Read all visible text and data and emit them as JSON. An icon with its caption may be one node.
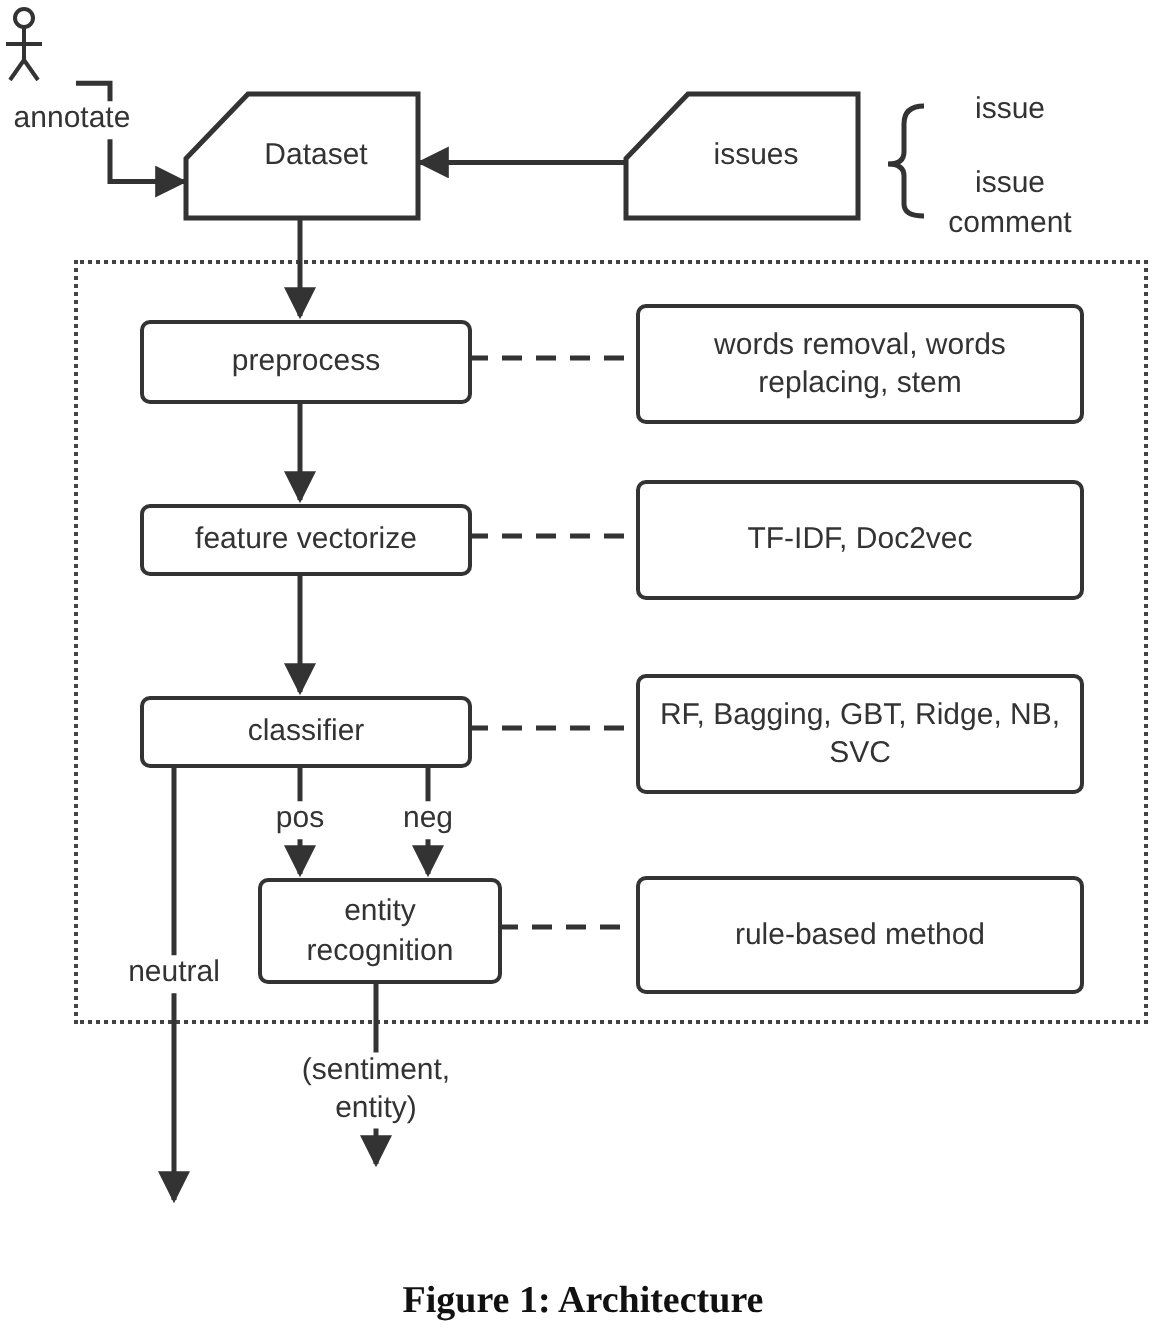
{
  "diagram": {
    "caption": "Figure 1: Architecture",
    "nodes": [
      {
        "text": [],
        "shape": "person"
      },
      {
        "text": [
          "Dataset"
        ]
      },
      {
        "text": [
          "issues"
        ]
      },
      {
        "text": [],
        "shape": "box"
      },
      {
        "text": [
          "preprocess"
        ],
        "in": 3
      },
      {
        "text": [
          "words removal, words replacing, stem"
        ],
        "in": 3
      },
      {
        "text": [
          "feature vectorize"
        ],
        "in": 3
      },
      {
        "text": [
          "TF-IDF, Doc2vec"
        ],
        "in": 3
      },
      {
        "text": [
          "classifier"
        ],
        "in": 3
      },
      {
        "text": [
          "RF, Bagging, GBT, Ridge, NB, SVC"
        ],
        "in": 3
      },
      {
        "text": [
          "entity recognition"
        ],
        "in": 3
      },
      {
        "text": [
          "rule-based method"
        ],
        "in": 3
      }
    ],
    "edges": [
      {
        "from": 0,
        "to": 1,
        "arrow": "to",
        "label": "annotate"
      },
      {
        "from": 2,
        "to": 1,
        "arrow": "to"
      },
      {
        "from": 1,
        "to": 4,
        "arrow": "to"
      },
      {
        "from": 4,
        "to": 6,
        "arrow": "to"
      },
      {
        "from": 6,
        "to": 8,
        "arrow": "to"
      },
      {
        "from": 8,
        "to": 10,
        "arrow": "to",
        "label": "pos"
      },
      {
        "from": 8,
        "to": 10,
        "arrow": "to",
        "label": "neg"
      },
      {
        "from": 8,
        "to": null,
        "arrow": "to",
        "label": "neutral"
      },
      {
        "from": 10,
        "to": null,
        "arrow": "to",
        "label": "(sentiment, entity)"
      },
      {
        "from": 4,
        "to": 5,
        "arrow": "none",
        "style": "dashed"
      },
      {
        "from": 6,
        "to": 7,
        "arrow": "none",
        "style": "dashed"
      },
      {
        "from": 8,
        "to": 9,
        "arrow": "none",
        "style": "dashed"
      },
      {
        "from": 10,
        "to": 11,
        "arrow": "none",
        "style": "dashed"
      }
    ],
    "labels": [
      "issue",
      "issue comment"
    ]
  }
}
